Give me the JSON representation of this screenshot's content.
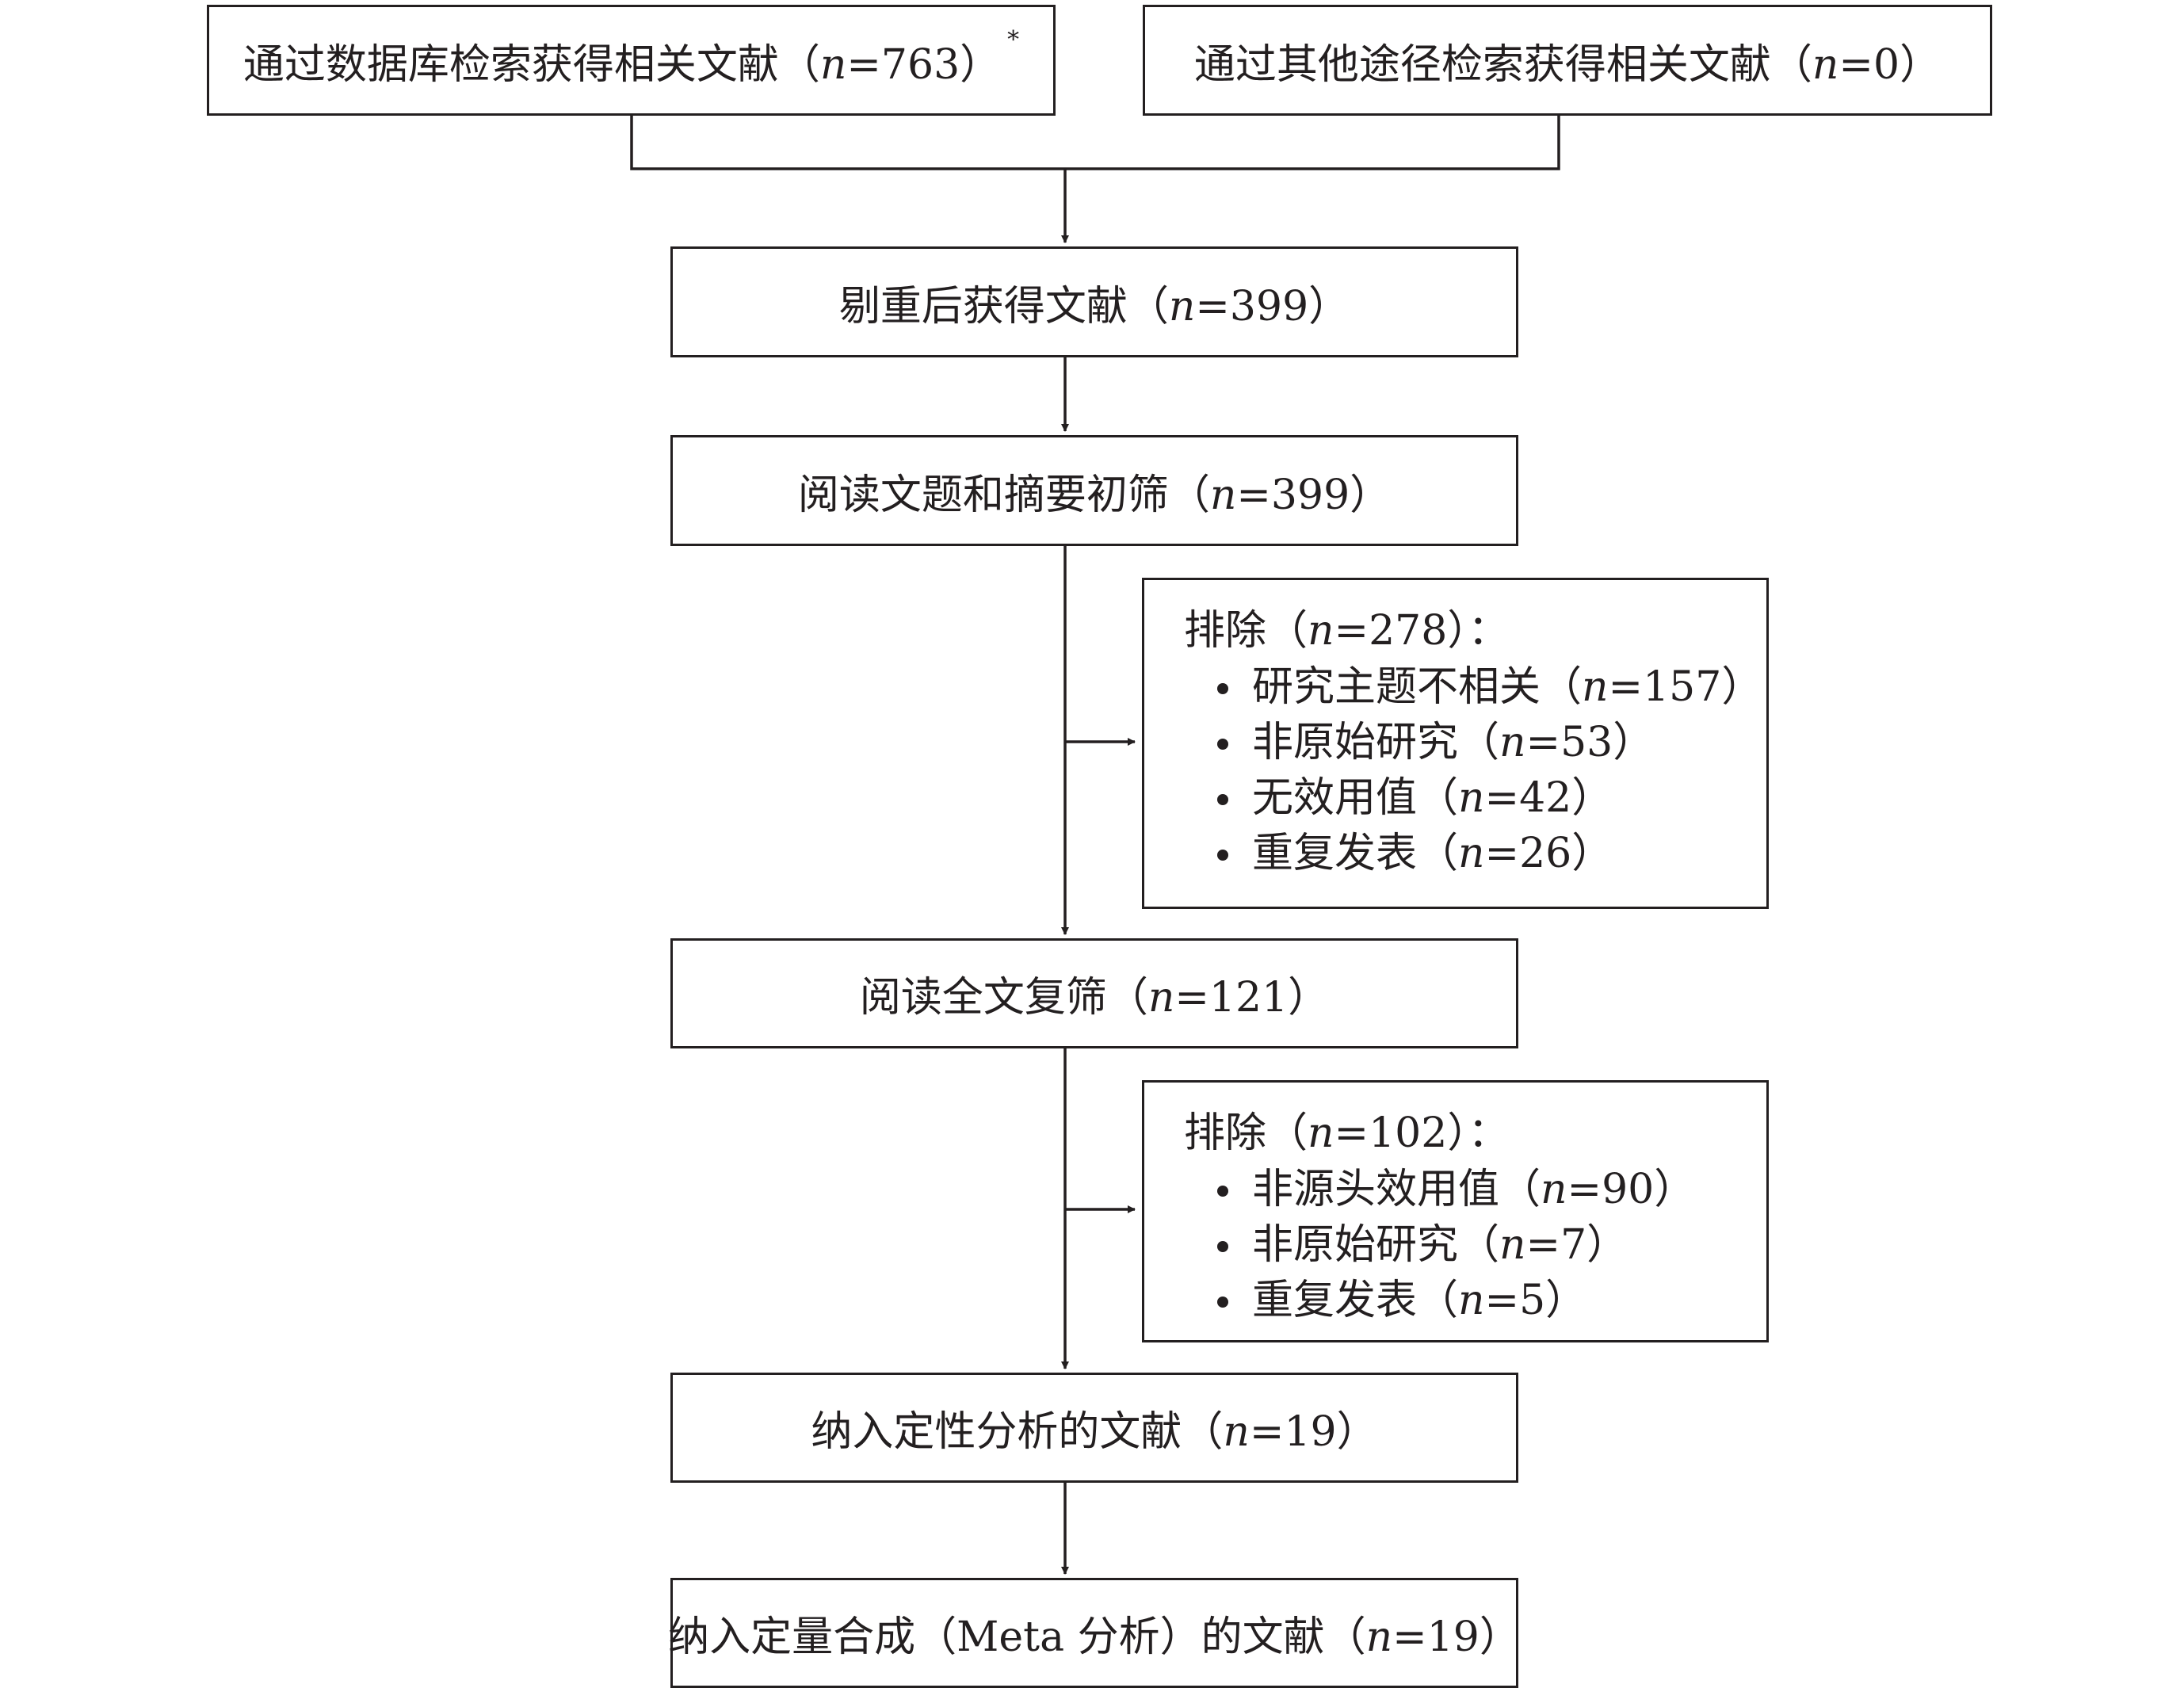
{
  "boxes": {
    "database": {
      "pre": "通过数据库检索获得相关文献（",
      "n": "n",
      "post": "=763）",
      "mark": "*"
    },
    "other": {
      "pre": "通过其他途径检索获得相关文献（",
      "n": "n",
      "post": "=0）"
    },
    "dedup": {
      "pre": "剔重后获得文献（",
      "n": "n",
      "post": "=399）"
    },
    "screen": {
      "pre": "阅读文题和摘要初筛（",
      "n": "n",
      "post": "=399）"
    },
    "fulltext": {
      "pre": "阅读全文复筛（",
      "n": "n",
      "post": "=121）"
    },
    "qualitative": {
      "pre": "纳入定性分析的文献（",
      "n": "n",
      "post": "=19）"
    },
    "quantitative": {
      "pre": "纳入定量合成（Meta 分析）的文献（",
      "n": "n",
      "post": "=19）"
    }
  },
  "exclusion1": {
    "title": {
      "pre": "排除（",
      "n": "n",
      "post": "=278）："
    },
    "items": [
      {
        "pre": "研究主题不相关（",
        "n": "n",
        "post": "=157）"
      },
      {
        "pre": "非原始研究（",
        "n": "n",
        "post": "=53）"
      },
      {
        "pre": "无效用值（",
        "n": "n",
        "post": "=42）"
      },
      {
        "pre": "重复发表（",
        "n": "n",
        "post": "=26）"
      }
    ]
  },
  "exclusion2": {
    "title": {
      "pre": "排除（",
      "n": "n",
      "post": "=102）："
    },
    "items": [
      {
        "pre": "非源头效用值（",
        "n": "n",
        "post": "=90）"
      },
      {
        "pre": "非原始研究（",
        "n": "n",
        "post": "=7）"
      },
      {
        "pre": "重复发表（",
        "n": "n",
        "post": "=5）"
      }
    ]
  }
}
